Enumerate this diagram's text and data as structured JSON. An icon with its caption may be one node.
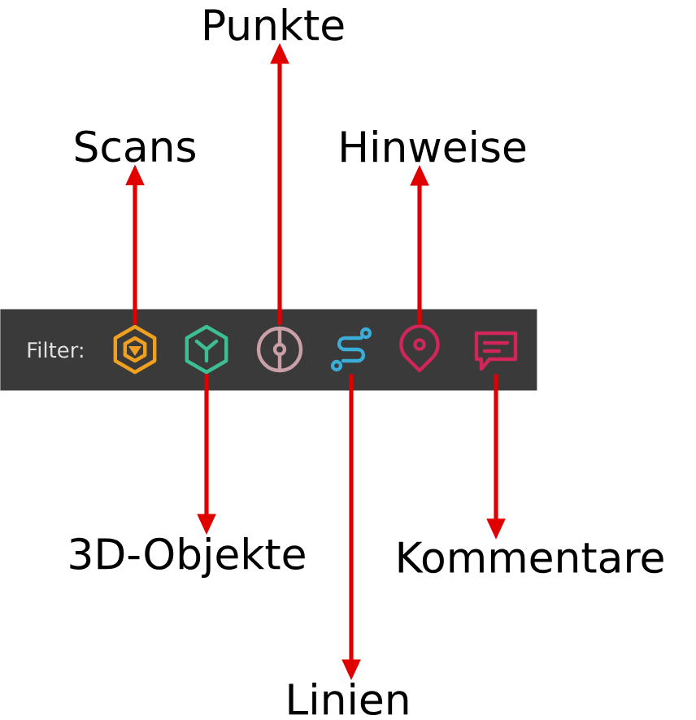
{
  "diagram": {
    "nodes": [
      {
        "text": [
          "Punkte"
        ]
      },
      {
        "text": [
          "Scans"
        ]
      },
      {
        "text": [
          "Hinweise"
        ]
      },
      {
        "text": [
          "Filter:"
        ]
      },
      {
        "text": [],
        "shape": "cube",
        "in": 3
      },
      {
        "text": [],
        "shape": "hexagon",
        "in": 3
      },
      {
        "text": [],
        "shape": "circle",
        "in": 3
      },
      {
        "text": [],
        "shape": "curve",
        "in": 3
      },
      {
        "text": [],
        "shape": "pin",
        "in": 3
      },
      {
        "text": [],
        "shape": "speech-bubble",
        "in": 3
      },
      {
        "text": [
          "3D-Objekte"
        ]
      },
      {
        "text": [
          "Kommentare"
        ]
      },
      {
        "text": [
          "Linien"
        ]
      }
    ],
    "edges": [
      {
        "from": 4,
        "to": 1,
        "arrow": "to"
      },
      {
        "from": 6,
        "to": 0,
        "arrow": "to"
      },
      {
        "from": 8,
        "to": 2,
        "arrow": "to"
      },
      {
        "from": 5,
        "to": 10,
        "arrow": "to"
      },
      {
        "from": 7,
        "to": 12,
        "arrow": "to"
      },
      {
        "from": 9,
        "to": 11,
        "arrow": "to"
      }
    ]
  }
}
